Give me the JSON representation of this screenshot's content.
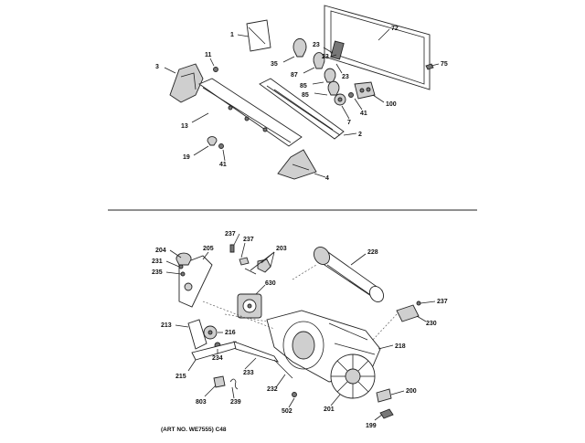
{
  "art_number": "(ART NO. WE7555) C48",
  "callouts": {
    "c1": "1",
    "c72": "72",
    "c23a": "23",
    "c23b": "23",
    "c23c": "23",
    "c75": "75",
    "c3": "3",
    "c11": "11",
    "c35": "35",
    "c87": "87",
    "c85a": "85",
    "c85b": "85",
    "c7": "7",
    "c41a": "41",
    "c100": "100",
    "c13": "13",
    "c2": "2",
    "c19": "19",
    "c41b": "41",
    "c4": "4",
    "c237a": "237",
    "c237b": "237",
    "c203": "203",
    "c228": "228",
    "c204": "204",
    "c205": "205",
    "c231": "231",
    "c235": "235",
    "c630": "630",
    "c237c": "237",
    "c213": "213",
    "c216": "216",
    "c230": "230",
    "c234": "234",
    "c218": "218",
    "c215": "215",
    "c233": "233",
    "c232": "232",
    "c200": "200",
    "c803": "803",
    "c239": "239",
    "c502": "502",
    "c201": "201",
    "c199": "199"
  }
}
